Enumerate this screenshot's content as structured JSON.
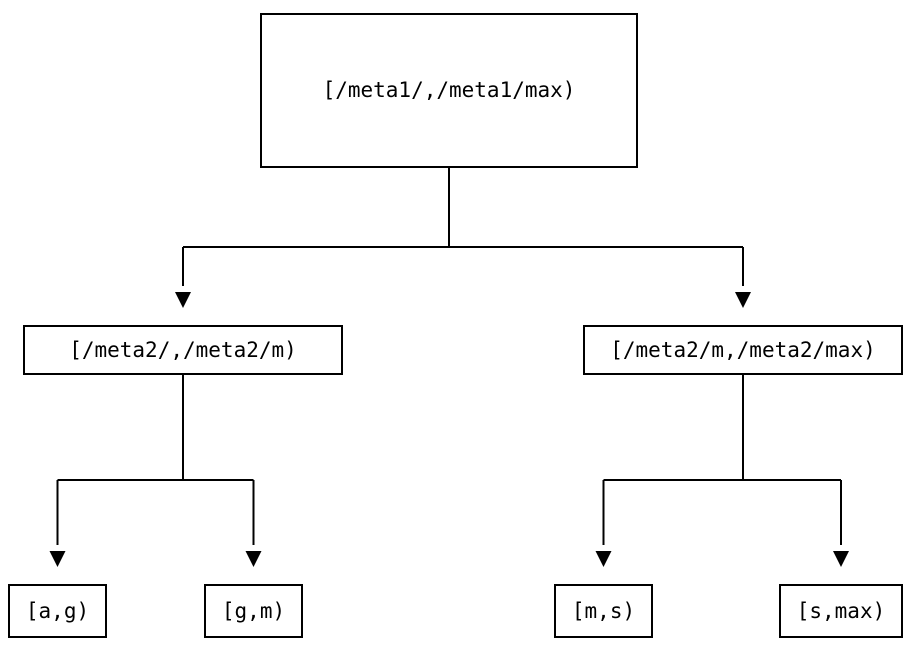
{
  "diagram": {
    "type": "tree",
    "background_color": "#ffffff",
    "line_color": "#000000",
    "nodes": {
      "root": {
        "id": "root",
        "label": "[/meta1/,/meta1/max)"
      },
      "mid_left": {
        "id": "mid_left",
        "label": "[/meta2/,/meta2/m)"
      },
      "mid_right": {
        "id": "mid_right",
        "label": "[/meta2/m,/meta2/max)"
      },
      "leaf_1": {
        "id": "leaf_1",
        "label": "[a,g)"
      },
      "leaf_2": {
        "id": "leaf_2",
        "label": "[g,m)"
      },
      "leaf_3": {
        "id": "leaf_3",
        "label": "[m,s)"
      },
      "leaf_4": {
        "id": "leaf_4",
        "label": "[s,max)"
      }
    },
    "edges": [
      {
        "from": "root",
        "to": "mid_left",
        "arrow": "down"
      },
      {
        "from": "root",
        "to": "mid_right",
        "arrow": "down"
      },
      {
        "from": "mid_left",
        "to": "leaf_1",
        "arrow": "down"
      },
      {
        "from": "mid_left",
        "to": "leaf_2",
        "arrow": "down"
      },
      {
        "from": "mid_right",
        "to": "leaf_3",
        "arrow": "down"
      },
      {
        "from": "mid_right",
        "to": "leaf_4",
        "arrow": "down"
      }
    ]
  }
}
